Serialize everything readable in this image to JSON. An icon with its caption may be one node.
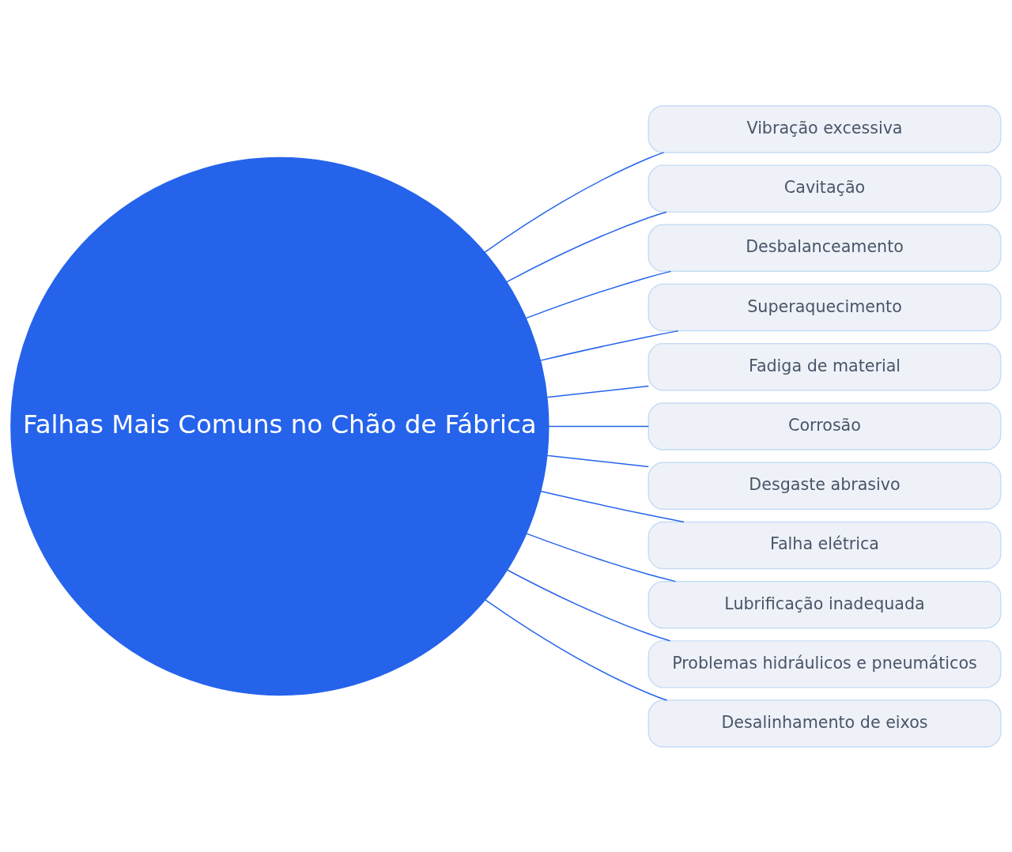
{
  "diagram": {
    "nodes": [
      {
        "text": [
          "Falhas Mais Comuns no Chão de Fábrica"
        ]
      },
      {
        "text": [
          "Vibração excessiva"
        ]
      },
      {
        "text": [
          "Cavitação"
        ]
      },
      {
        "text": [
          "Desbalanceamento"
        ]
      },
      {
        "text": [
          "Superaquecimento"
        ]
      },
      {
        "text": [
          "Fadiga de material"
        ]
      },
      {
        "text": [
          "Corrosão"
        ]
      },
      {
        "text": [
          "Desgaste abrasivo"
        ]
      },
      {
        "text": [
          "Falha elétrica"
        ]
      },
      {
        "text": [
          "Lubrificação inadequada"
        ]
      },
      {
        "text": [
          "Problemas hidráulicos e pneumáticos"
        ]
      },
      {
        "text": [
          "Desalinhamento de eixos"
        ]
      }
    ],
    "edges": [
      {
        "from": 0,
        "to": 1,
        "arrow": "none"
      },
      {
        "from": 0,
        "to": 2,
        "arrow": "none"
      },
      {
        "from": 0,
        "to": 3,
        "arrow": "none"
      },
      {
        "from": 0,
        "to": 4,
        "arrow": "none"
      },
      {
        "from": 0,
        "to": 5,
        "arrow": "none"
      },
      {
        "from": 0,
        "to": 6,
        "arrow": "none"
      },
      {
        "from": 0,
        "to": 7,
        "arrow": "none"
      },
      {
        "from": 0,
        "to": 8,
        "arrow": "none"
      },
      {
        "from": 0,
        "to": 9,
        "arrow": "none"
      },
      {
        "from": 0,
        "to": 10,
        "arrow": "none"
      },
      {
        "from": 0,
        "to": 11,
        "arrow": "none"
      }
    ]
  }
}
